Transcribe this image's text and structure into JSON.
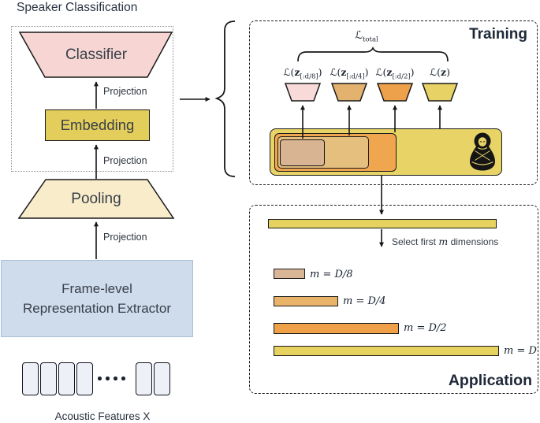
{
  "title": "Speaker Classification",
  "left": {
    "classifier_label": "Classifier",
    "embedding_label": "Embedding",
    "pooling_label": "Pooling",
    "extractor_line1": "Frame-level",
    "extractor_line2": "Representation Extractor",
    "projection_label": "Projection",
    "acoustic_caption": "Acoustic Features X"
  },
  "training": {
    "title": "Training",
    "total_loss": {
      "func": "ℒ",
      "sub": "total"
    },
    "losses": [
      {
        "func": "ℒ",
        "open": "(",
        "arg": "z",
        "sub": "[:d/8]",
        "close": ")"
      },
      {
        "func": "ℒ",
        "open": "(",
        "arg": "z",
        "sub": "[:d/4]",
        "close": ")"
      },
      {
        "func": "ℒ",
        "open": "(",
        "arg": "z",
        "sub": "[:d/2]",
        "close": ")"
      },
      {
        "func": "ℒ",
        "open": "(",
        "arg": "z",
        "sub": "",
        "close": ")"
      }
    ]
  },
  "application": {
    "title": "Application",
    "select_label": {
      "pre": "Select first",
      "var": "m",
      "post": "dimensions"
    },
    "bar_labels": [
      {
        "var": "m",
        "eq": " = ",
        "val": "D/8"
      },
      {
        "var": "m",
        "eq": " = ",
        "val": "D/4"
      },
      {
        "var": "m",
        "eq": " = ",
        "val": "D/2"
      },
      {
        "var": "m",
        "eq": " = ",
        "val": "D"
      }
    ]
  },
  "colors": {
    "classifier": "#f6d5d2",
    "embedding": "#e4ce5b",
    "pooling": "#f9ecca",
    "extractor": "#cfdcec",
    "extractor_border": "#a9bfd8",
    "feature_fill": "#edf0f6",
    "trap_pink": "#f8dbd8",
    "trap_tan": "#e2b26e",
    "trap_orange": "#eea14b",
    "trap_yellow": "#e7d265",
    "nest_yellow": "#e8d466",
    "nest_orange": "#f0a64f",
    "nest_tan": "#e5bf7e",
    "nest_inner": "#d9b493",
    "bar_full": "#e6d25f",
    "bar_d8": "#d9b695",
    "bar_d4": "#e9b469",
    "bar_d2": "#eea149",
    "bar_d": "#e6d25f",
    "doll": "#151515",
    "line": "#161616"
  }
}
